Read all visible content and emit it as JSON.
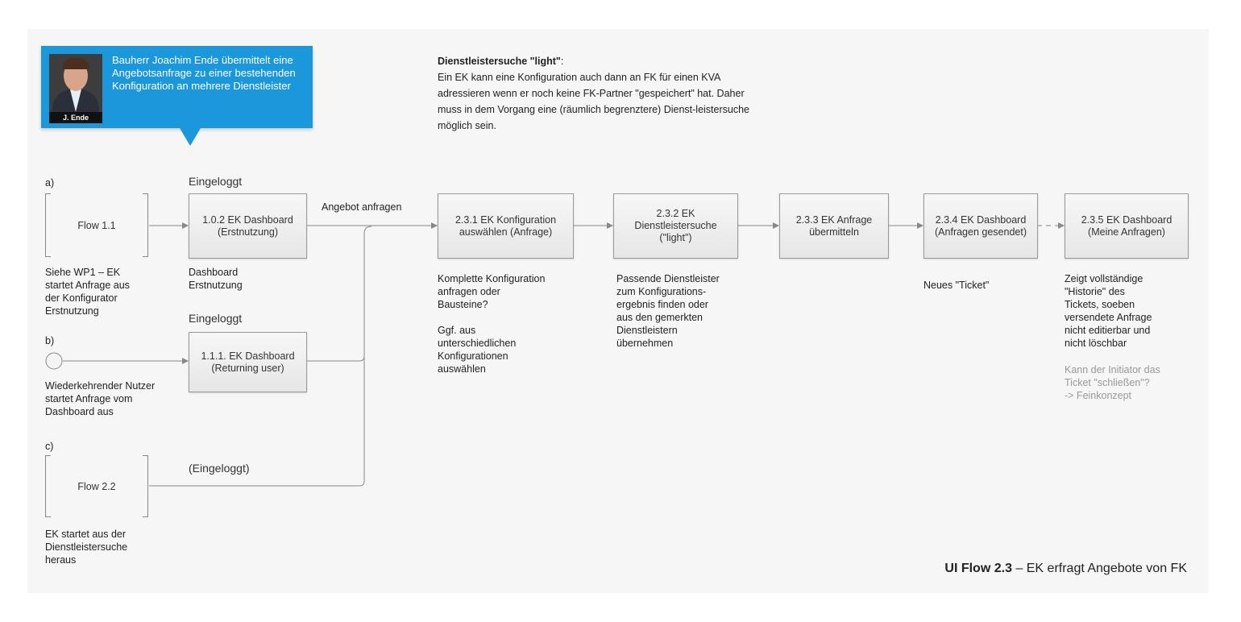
{
  "persona": {
    "text": "Bauherr Joachim Ende übermittelt eine Angebotsanfrage zu einer bestehenden Konfiguration an mehrere Dienstleister",
    "avatar_name": "J. Ende"
  },
  "note": {
    "title": "Dienstleistersuche \"light\"",
    "colon": ":",
    "body": "Ein EK kann eine Konfiguration auch dann an FK für einen KVA adressieren wenn er noch keine FK-Partner \"gespeichert\" hat. Daher muss in dem Vorgang eine (räumlich begrenztere) Dienst-leistersuche möglich sein."
  },
  "entries": {
    "a": {
      "letter": "a)",
      "bracket": "Flow 1.1",
      "desc": "Siehe WP1 – EK\nstartet Anfrage aus\nder Konfigurator\nErstnutzung"
    },
    "b": {
      "letter": "b)",
      "desc": "Wiederkehrender Nutzer\nstartet Anfrage vom\nDashboard aus"
    },
    "c": {
      "letter": "c)",
      "bracket": "Flow 2.2",
      "desc": "EK startet aus der\nDienstleistersuche\nheraus"
    }
  },
  "labels": {
    "eingeloggt_1": "Eingeloggt",
    "eingeloggt_2": "Eingeloggt",
    "eingeloggt_3": "(Eingeloggt)",
    "angebot": "Angebot anfragen"
  },
  "boxes": {
    "b102": "1.0.2 EK Dashboard\n(Erstnutzung)",
    "b111": "1.1.1. EK Dashboard\n(Returning user)",
    "b231": "2.3.1 EK Konfiguration\nauswählen (Anfrage)",
    "b232": "2.3.2 EK\nDienstleistersuche\n(\"light\")",
    "b233": "2.3.3 EK Anfrage\nübermitteln",
    "b234": "2.3.4 EK Dashboard\n(Anfragen gesendet)",
    "b235": "2.3.5 EK Dashboard\n(Meine Anfragen)"
  },
  "descs": {
    "b102": "Dashboard\nErstnutzung",
    "b231": "Komplette Konfiguration\nanfragen oder\nBausteine?\n\nGgf. aus\nunterschiedlichen\nKonfigurationen\nauswählen",
    "b232": "Passende Dienstleister\nzum Konfigurations-\nergebnis finden oder\naus den gemerkten\nDienstleistern\nübernehmen",
    "b234": "Neues \"Ticket\"",
    "b235": "Zeigt vollständige\n\"Historie\" des\nTickets, soeben\nversendete Anfrage\nnicht editierbar und\nnicht löschbar",
    "b235_gray": "Kann der Initiator das\nTicket \"schließen\"?\n-> Feinkonzept"
  },
  "footer": {
    "bold": "UI Flow 2.3",
    "rest": " – EK erfragt Angebote von FK"
  }
}
